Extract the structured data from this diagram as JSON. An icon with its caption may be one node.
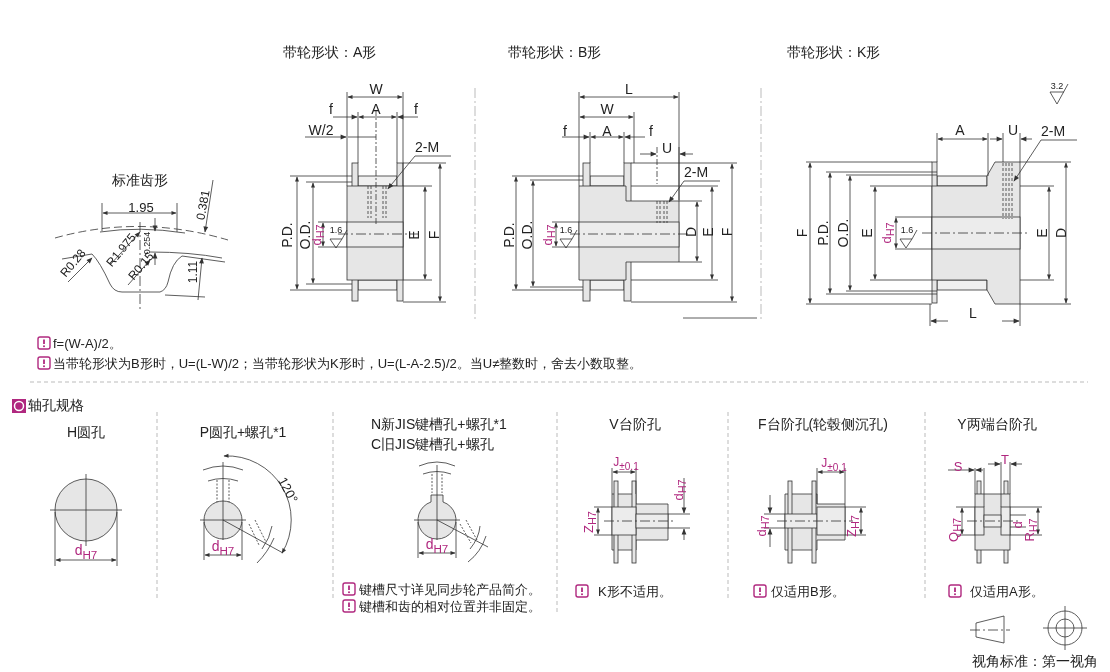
{
  "diagram": {
    "nodes": [
      {
        "text": [
          "2-M"
        ]
      },
      {
        "text": [],
        "shape": "picture"
      },
      {
        "text": [
          "2-M"
        ]
      },
      {
        "text": [],
        "shape": "picture"
      },
      {
        "text": [
          "2-M"
        ]
      },
      {
        "text": [],
        "shape": "picture"
      }
    ],
    "edges": [
      {
        "from": 0,
        "to": 1,
        "arrow": "to"
      },
      {
        "from": 2,
        "to": 3,
        "arrow": "to"
      },
      {
        "from": 4,
        "to": 5,
        "arrow": "to"
      }
    ],
    "labels": [
      "带轮形状：A形",
      "带轮形状：B形",
      "带轮形状：K形",
      "3.2",
      "标准齿形",
      "1.95",
      "0.381",
      "0.254",
      "R0.28",
      "R1.975",
      "R0.15",
      "1.11",
      "W",
      "f",
      "A",
      "f",
      "W/2",
      "P.D.",
      "O.D.",
      "d$_{H7}$",
      "1.6",
      "E",
      "F",
      "L",
      "W",
      "f",
      "A",
      "f",
      "U",
      "P.D.",
      "O.D.",
      "d$_{H7}$",
      "1.6",
      "D",
      "E",
      "F",
      "A",
      "U",
      "F",
      "P.D.",
      "O.D.",
      "E",
      "d$_{H7}$",
      "1.6",
      "E",
      "D",
      "L",
      "f=(W-A)/2。",
      "当带轮形状为B形时，U=(L-W)/2；当带轮形状为K形时，U=(L-A-2.5)/2。当U≠整数时，舍去小数取整。",
      "轴孔规格",
      "H圆孔",
      "d$_{H7}$",
      "P圆孔+螺孔*1",
      "120°",
      "d$_{H7}$",
      "N新JIS键槽孔+螺孔*1",
      "C旧JIS键槽孔+螺孔",
      "d$_{H7}$",
      "键槽尺寸详见同步轮产品简介。",
      "键槽和齿的相对位置并非固定。",
      "V台阶孔",
      "J$_{±0.1}$",
      "d$_{H7}$",
      "Z$_{H7}$",
      "K形不适用。",
      "F台阶孔(轮毂侧沉孔)",
      "J$_{±0.1}$",
      "d$_{H7}$",
      "Z$_{H7}$",
      "仅适用B形。",
      "Y两端台阶孔",
      "S",
      "T",
      "Q$_{H7}$",
      "d",
      "R$_{H7}$",
      "仅适用A形。",
      "视角标准：第一视角"
    ]
  }
}
